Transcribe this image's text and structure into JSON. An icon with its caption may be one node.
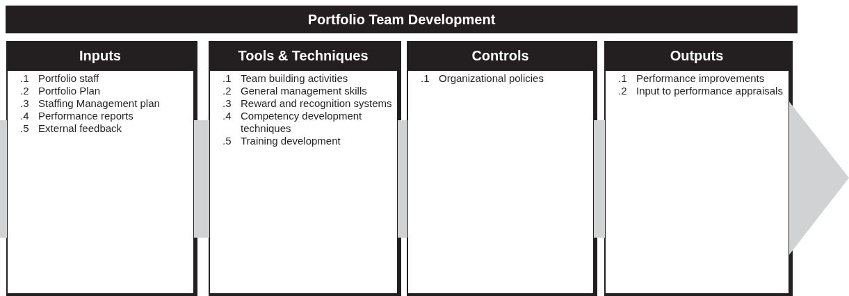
{
  "diagram": {
    "title": "Portfolio Team Development",
    "nodes": [
      {
        "text": [
          "Inputs",
          ".1 Portfolio staff",
          ".2 Portfolio Plan",
          ".3 Staffing Management plan",
          ".4 Performance reports",
          ".5 External feedback"
        ]
      },
      {
        "text": [
          "Tools & Techniques",
          ".1 Team building activities",
          ".2 General management skills",
          ".3 Reward and recognition systems",
          ".4 Competency development techniques",
          ".5 Training development"
        ]
      },
      {
        "text": [
          "Controls",
          ".1 Organizational policies"
        ]
      },
      {
        "text": [
          "Outputs",
          ".1 Performance improvements",
          ".2 Input to performance appraisals"
        ]
      }
    ],
    "edges": []
  }
}
